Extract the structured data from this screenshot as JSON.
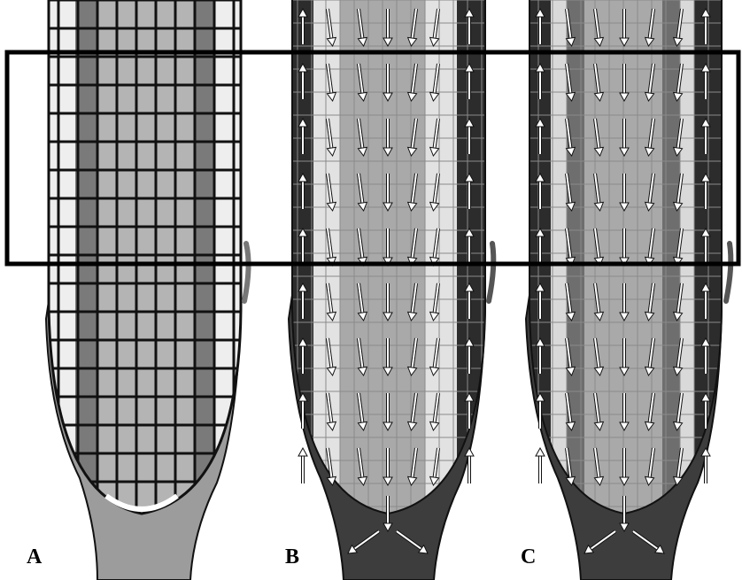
{
  "panels": [
    {
      "id": "A",
      "label": "A",
      "mode": "cell-layers"
    },
    {
      "id": "B",
      "label": "B",
      "mode": "flux-arrows"
    },
    {
      "id": "C",
      "label": "C",
      "mode": "flux-arrows-dense"
    }
  ],
  "colors": {
    "background": "#ffffff",
    "epidermis_dark": "#2c2c2c",
    "cortex_light": "#e6e6e6",
    "stele_mid": "#a9a9a9",
    "endodermis_dark": "#6e6e6e",
    "root_cap": "#3d3d3d",
    "cell_wall": "#111111",
    "arrow_fill": "#ffffff",
    "highlight_box": "#000000"
  },
  "icons": {
    "arrow": "white-outlined-arrow",
    "highlight": "rectangle-outline"
  }
}
